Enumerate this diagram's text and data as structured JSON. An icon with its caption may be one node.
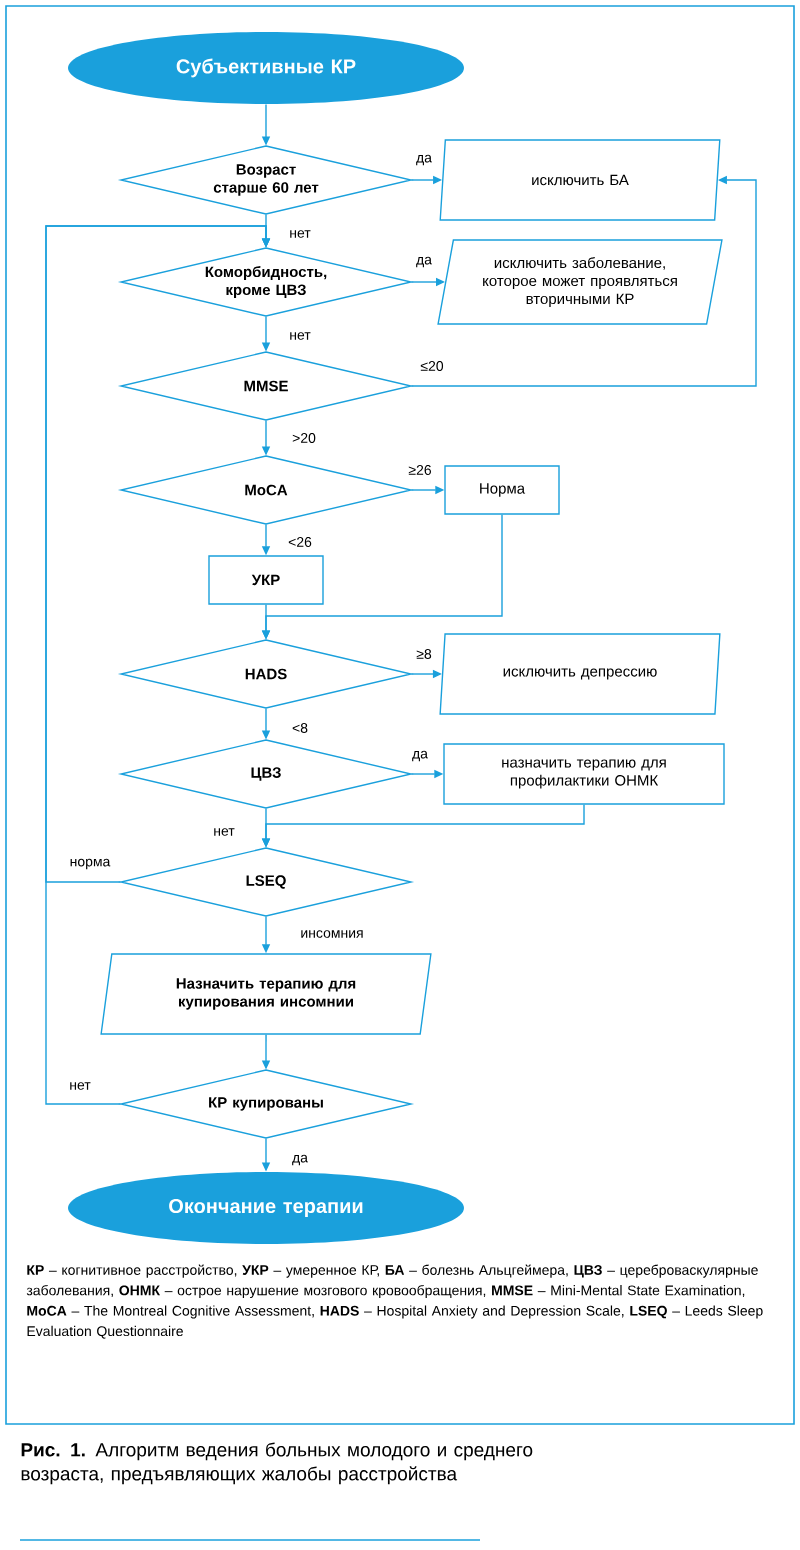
{
  "diagram": {
    "caption": "**Рис. 1.** Алгоритм ведения больных молодого и среднего возраста, предъявляющих жалобы расстройства",
    "nodes": [
      {
        "text": [
          "Субъективные КР"
        ]
      },
      {
        "text": [
          "Возраст старше 60 лет"
        ]
      },
      {
        "text": [
          "исключить БА"
        ]
      },
      {
        "text": [
          "Коморбидность, кроме ЦВЗ"
        ]
      },
      {
        "text": [
          "исключить заболевание, которое может проявляться вторичными КР"
        ]
      },
      {
        "text": [
          "MMSE"
        ]
      },
      {
        "text": [
          "MoCA"
        ]
      },
      {
        "text": [
          "Норма"
        ]
      },
      {
        "text": [
          "УКР"
        ]
      },
      {
        "text": [
          "HADS"
        ]
      },
      {
        "text": [
          "исключить депрессию"
        ]
      },
      {
        "text": [
          "ЦВЗ"
        ]
      },
      {
        "text": [
          "назначить терапию для профилактики ОНМК"
        ]
      },
      {
        "text": [
          "LSEQ"
        ]
      },
      {
        "text": [
          "Назначить терапию для купирования инсомнии"
        ]
      },
      {
        "text": [
          "КР купированы"
        ]
      },
      {
        "text": [
          "Окончание терапии"
        ]
      }
    ],
    "edges": [
      {
        "from": 0,
        "to": 1,
        "arrow": "to"
      },
      {
        "from": 1,
        "to": 2,
        "arrow": "to",
        "label": "да"
      },
      {
        "from": 1,
        "to": 3,
        "arrow": "to",
        "label": "нет"
      },
      {
        "from": 3,
        "to": 4,
        "arrow": "to",
        "label": "да"
      },
      {
        "from": 3,
        "to": 5,
        "arrow": "to",
        "label": "нет"
      },
      {
        "from": 5,
        "to": 2,
        "arrow": "to",
        "label": "≤20"
      },
      {
        "from": 5,
        "to": 6,
        "arrow": "to",
        "label": ">20"
      },
      {
        "from": 6,
        "to": 7,
        "arrow": "to",
        "label": "≥26"
      },
      {
        "from": 6,
        "to": 8,
        "arrow": "to",
        "label": "<26"
      },
      {
        "from": 8,
        "to": 9,
        "arrow": "to"
      },
      {
        "from": 7,
        "to": 9,
        "arrow": "to"
      },
      {
        "from": 9,
        "to": 10,
        "arrow": "to",
        "label": "≥8"
      },
      {
        "from": 9,
        "to": 11,
        "arrow": "to",
        "label": "<8"
      },
      {
        "from": 11,
        "to": 12,
        "arrow": "to",
        "label": "да"
      },
      {
        "from": 11,
        "to": 13,
        "arrow": "to",
        "label": "нет"
      },
      {
        "from": 12,
        "to": 13,
        "arrow": "to"
      },
      {
        "from": 13,
        "to": 3,
        "arrow": "to",
        "label": "норма"
      },
      {
        "from": 13,
        "to": 14,
        "arrow": "to",
        "label": "инсомния"
      },
      {
        "from": 14,
        "to": 15,
        "arrow": "to"
      },
      {
        "from": 15,
        "to": 3,
        "arrow": "to",
        "label": "нет"
      },
      {
        "from": 15,
        "to": 16,
        "arrow": "to",
        "label": "да"
      }
    ],
    "labels": [
      "**КР** – когнитивное расстройство, **УКР** – умеренное КР, **БА** – болезнь Альцгеймера, **ЦВЗ** – цереброваскулярные заболевания, **ОНМК** – острое нарушение мозгового кровообращения, **MMSE** – Mini-Mental State Examination, **MoCA** – The Montreal Cognitive Assessment, **HADS** – Hospital Anxiety and Depression Scale, **LSEQ** – Leeds Sleep Evaluation Questionnaire"
    ]
  }
}
